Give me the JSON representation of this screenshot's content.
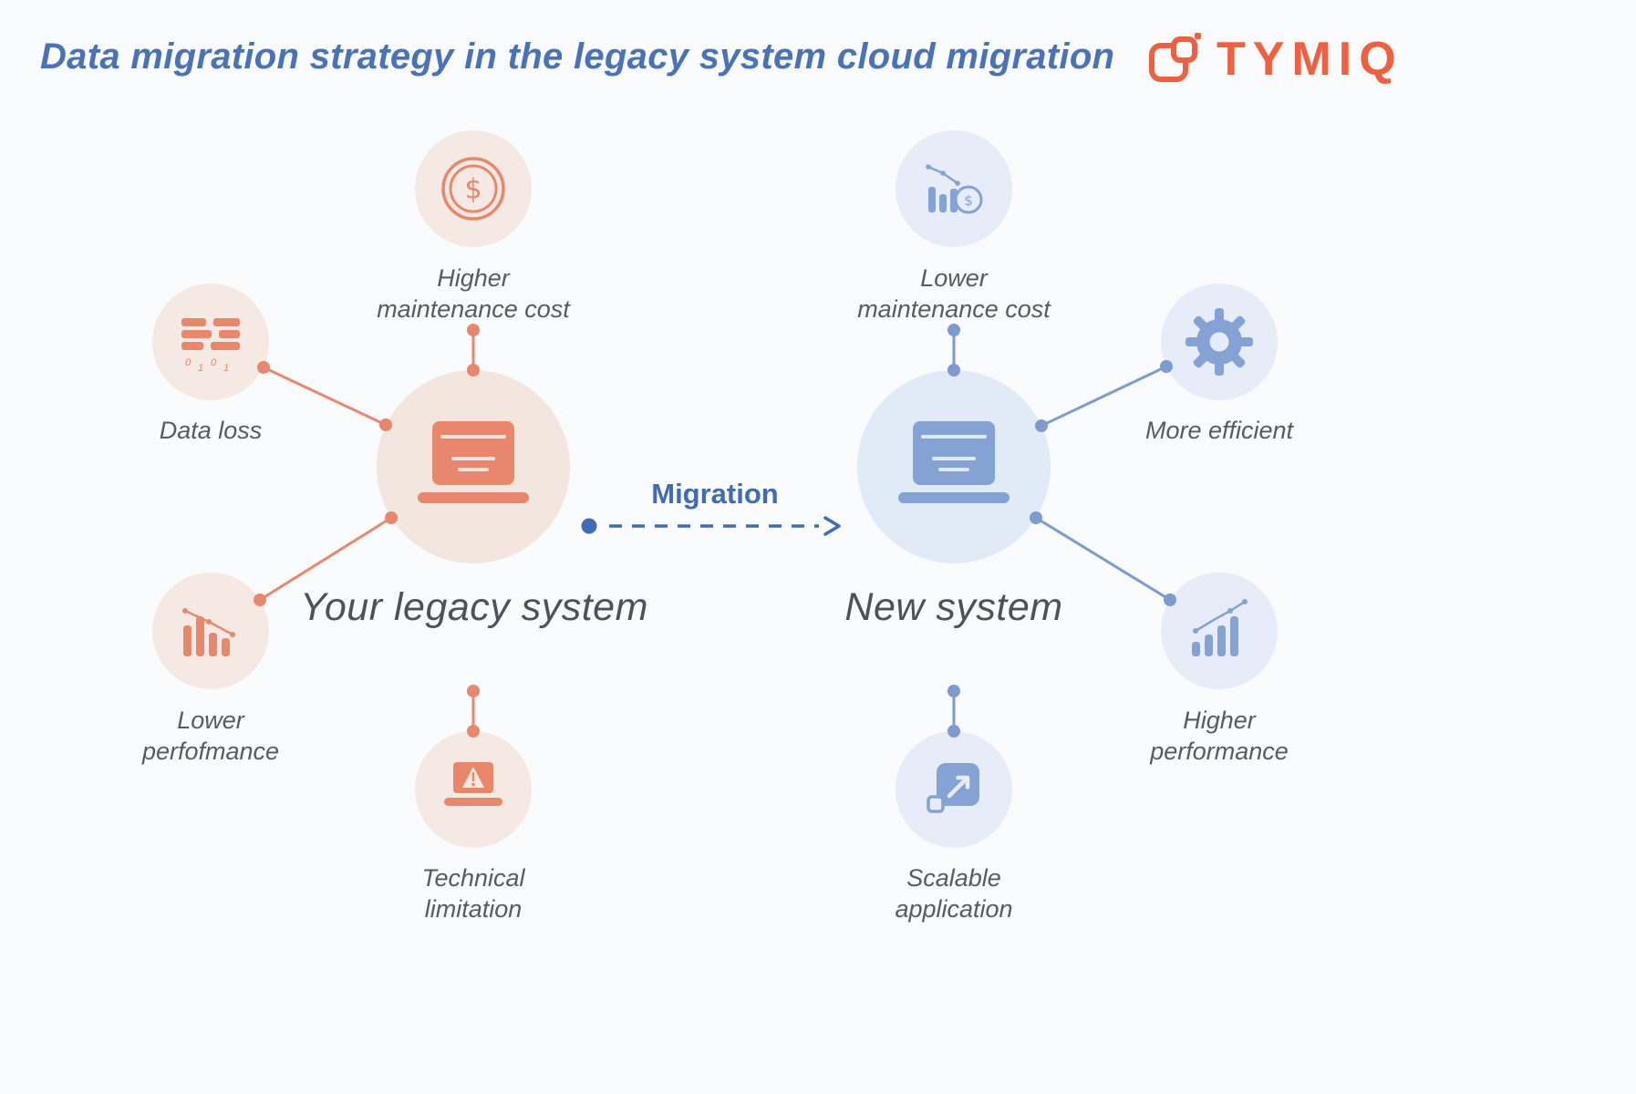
{
  "title": "Data migration strategy in the legacy system cloud migration",
  "brand": {
    "name": "TYMIQ",
    "logo_icon": "tymiq-squares-icon"
  },
  "migration": {
    "label": "Migration",
    "arrow_style": "dashed"
  },
  "legacy_system": {
    "name": "Your legacy system",
    "center_icon": "laptop-icon",
    "satellites": {
      "higher_maintenance_cost": {
        "label": "Higher\nmaintenance cost",
        "icon": "dollar-coin-icon"
      },
      "data_loss": {
        "label": "Data loss",
        "icon": "broken-data-icon"
      },
      "lower_performance": {
        "label": "Lower\nperfofmance",
        "icon": "declining-chart-icon"
      },
      "technical_limitation": {
        "label": "Technical\nlimitation",
        "icon": "laptop-warning-icon"
      }
    }
  },
  "new_system": {
    "name": "New system",
    "center_icon": "laptop-icon",
    "satellites": {
      "lower_maintenance_cost": {
        "label": "Lower\nmaintenance cost",
        "icon": "declining-cost-chart-icon"
      },
      "more_efficient": {
        "label": "More efficient",
        "icon": "gear-icon"
      },
      "higher_performance": {
        "label": "Higher\nperformance",
        "icon": "rising-chart-icon"
      },
      "scalable_application": {
        "label": "Scalable\napplication",
        "icon": "scale-arrow-icon"
      }
    }
  },
  "colors": {
    "title_blue": "#4a72b8",
    "brand_orange": "#f15f3e",
    "migration_blue": "#3f6cb4",
    "legacy_accent": "#e8876b",
    "legacy_circle_bg": "#f5eae3",
    "new_accent": "#84a2d3",
    "new_circle_bg": "#e6edf8",
    "label_gray": "#575b61",
    "background": "#fafbfc"
  }
}
